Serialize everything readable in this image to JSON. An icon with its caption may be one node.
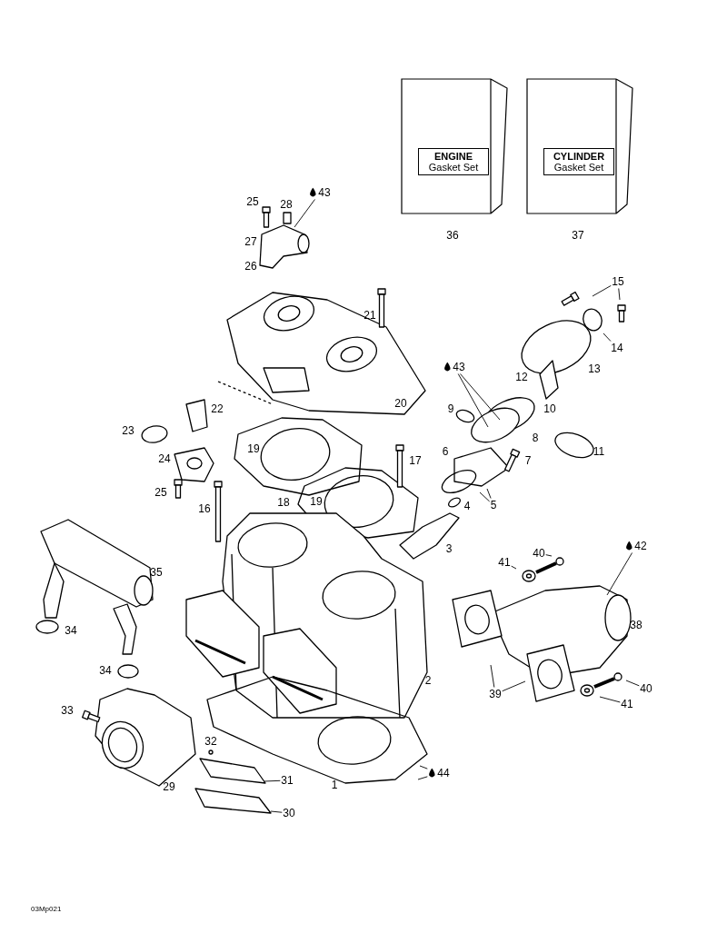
{
  "diagram": {
    "nodes": [
      {
        "text": [
          "43"
        ]
      },
      {
        "text": [
          "15"
        ]
      },
      {
        "text": [
          "14"
        ]
      },
      {
        "text": [
          "43"
        ]
      },
      {
        "text": [
          "5"
        ]
      },
      {
        "text": [
          "44"
        ]
      },
      {
        "text": [
          "41"
        ]
      },
      {
        "text": [
          "40"
        ]
      },
      {
        "text": [
          "42"
        ]
      },
      {
        "text": [
          "39"
        ]
      },
      {
        "text": [
          "40"
        ]
      },
      {
        "text": [
          "41"
        ]
      },
      {
        "text": [
          "31"
        ]
      },
      {
        "text": [
          "30"
        ]
      },
      {
        "text": [
          "ENGINE",
          "Gasket Set"
        ],
        "beside": [
          "36"
        ]
      },
      {
        "text": [
          "CYLINDER",
          "Gasket Set"
        ],
        "beside": [
          "37"
        ]
      }
    ],
    "edges": [
      {
        "from": 0,
        "to": null,
        "arrow": "none"
      },
      {
        "from": 1,
        "to": null,
        "arrow": "none"
      },
      {
        "from": 1,
        "to": null,
        "arrow": "none"
      },
      {
        "from": 2,
        "to": null,
        "arrow": "none"
      },
      {
        "from": 3,
        "to": null,
        "arrow": "none"
      },
      {
        "from": 3,
        "to": null,
        "arrow": "none"
      },
      {
        "from": 4,
        "to": null,
        "arrow": "none"
      },
      {
        "from": 4,
        "to": null,
        "arrow": "none"
      },
      {
        "from": 5,
        "to": null,
        "arrow": "none"
      },
      {
        "from": 5,
        "to": null,
        "arrow": "none"
      },
      {
        "from": 6,
        "to": null,
        "arrow": "none"
      },
      {
        "from": 7,
        "to": null,
        "arrow": "none"
      },
      {
        "from": 8,
        "to": null,
        "arrow": "none"
      },
      {
        "from": 9,
        "to": null,
        "arrow": "none"
      },
      {
        "from": 9,
        "to": null,
        "arrow": "none"
      },
      {
        "from": 10,
        "to": null,
        "arrow": "none"
      },
      {
        "from": 11,
        "to": null,
        "arrow": "none"
      },
      {
        "from": 12,
        "to": null,
        "arrow": "none"
      },
      {
        "from": 13,
        "to": null,
        "arrow": "none"
      }
    ],
    "labels": [
      "25",
      "28",
      "27",
      "26",
      "21",
      "20",
      "22",
      "23",
      "24",
      "25",
      "16",
      "19",
      "18",
      "19",
      "17",
      "12",
      "13",
      "9",
      "10",
      "8",
      "6",
      "11",
      "7",
      "4",
      "3",
      "35",
      "34",
      "34",
      "33",
      "29",
      "32",
      "2",
      "1",
      "38",
      "03Mp021"
    ]
  }
}
